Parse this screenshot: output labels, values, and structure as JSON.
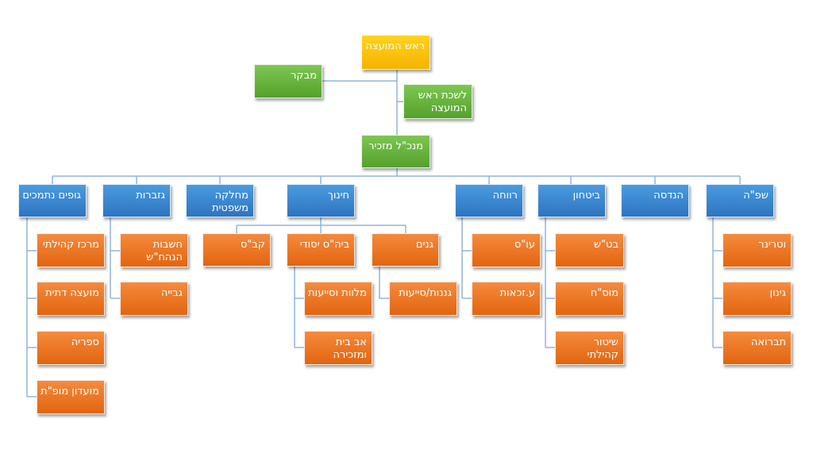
{
  "colors": {
    "executive": "#f5b400",
    "management": "#55a12c",
    "department": "#2e74c0",
    "unit": "#e2650f",
    "connector": "#8fb4dd"
  },
  "head": {
    "title": "ראש המועצה"
  },
  "auditor": {
    "title": "מבקר"
  },
  "office": {
    "title": "לשכת ראש המועצה"
  },
  "ceo": {
    "title": "מנכ\"ל מזכיר"
  },
  "departments": [
    {
      "title": "שפ\"ה",
      "units": [
        "וטרינר",
        "גינון",
        "תברואה"
      ]
    },
    {
      "title": "הנדסה",
      "units": []
    },
    {
      "title": "ביטחון",
      "units": [
        "בט\"ש",
        "מוס\"ח",
        "שיטור קהילתי"
      ]
    },
    {
      "title": "רווחה",
      "units": [
        "עו\"ס",
        "ע.זכאות"
      ]
    },
    {
      "title": "חינוך",
      "units": [
        "גנים",
        "ביה\"ס יסודי",
        "קב\"ס"
      ],
      "subunits": {
        "kindergartens": [
          "גננות/סייעות"
        ],
        "school": [
          "מלוות וסייעות",
          "אב בית ומזכירה"
        ]
      }
    },
    {
      "title": "מחלקה משפטית",
      "units": []
    },
    {
      "title": "גזברות",
      "units": [
        "חשבות הנהח\"ש",
        "גבייה"
      ]
    },
    {
      "title": "גופים נתמכים",
      "units": [
        "מרכז קהילתי",
        "מועצה דתית",
        "ספריה",
        "מועדון מופ\"ת"
      ]
    }
  ]
}
